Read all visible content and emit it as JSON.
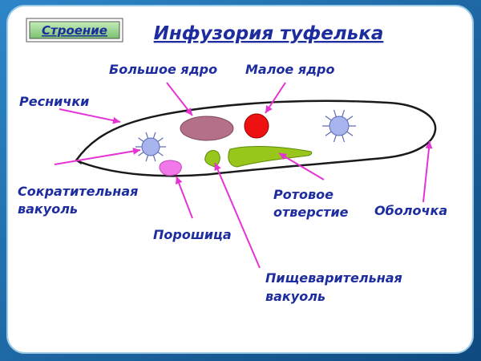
{
  "badge": "Строение",
  "title": "Инфузория туфелька",
  "labels": {
    "big_nucleus": "Большое ядро",
    "small_nucleus": "Малое ядро",
    "cilia": "Реснички",
    "contractile_1": "Сократительная",
    "contractile_2": "вакуоль",
    "anal_pore": "Порошица",
    "mouth_1": "Ротовое",
    "mouth_2": "отверстие",
    "membrane": "Оболочка",
    "food_1": "Пищеварительная",
    "food_2": "вакуоль"
  },
  "colors": {
    "frame_outer": "#1a5f9a",
    "panel": "#ffffff",
    "text": "#1d2c9e",
    "arrow": "#e633d6",
    "big_nucleus": "#b4708a",
    "small_nucleus": "#ee1111",
    "vacuole": "#a8b4ee",
    "food_vacuole": "#99c61a",
    "anal_pore": "#f078e8",
    "badge_bg": "#8fd08a"
  }
}
